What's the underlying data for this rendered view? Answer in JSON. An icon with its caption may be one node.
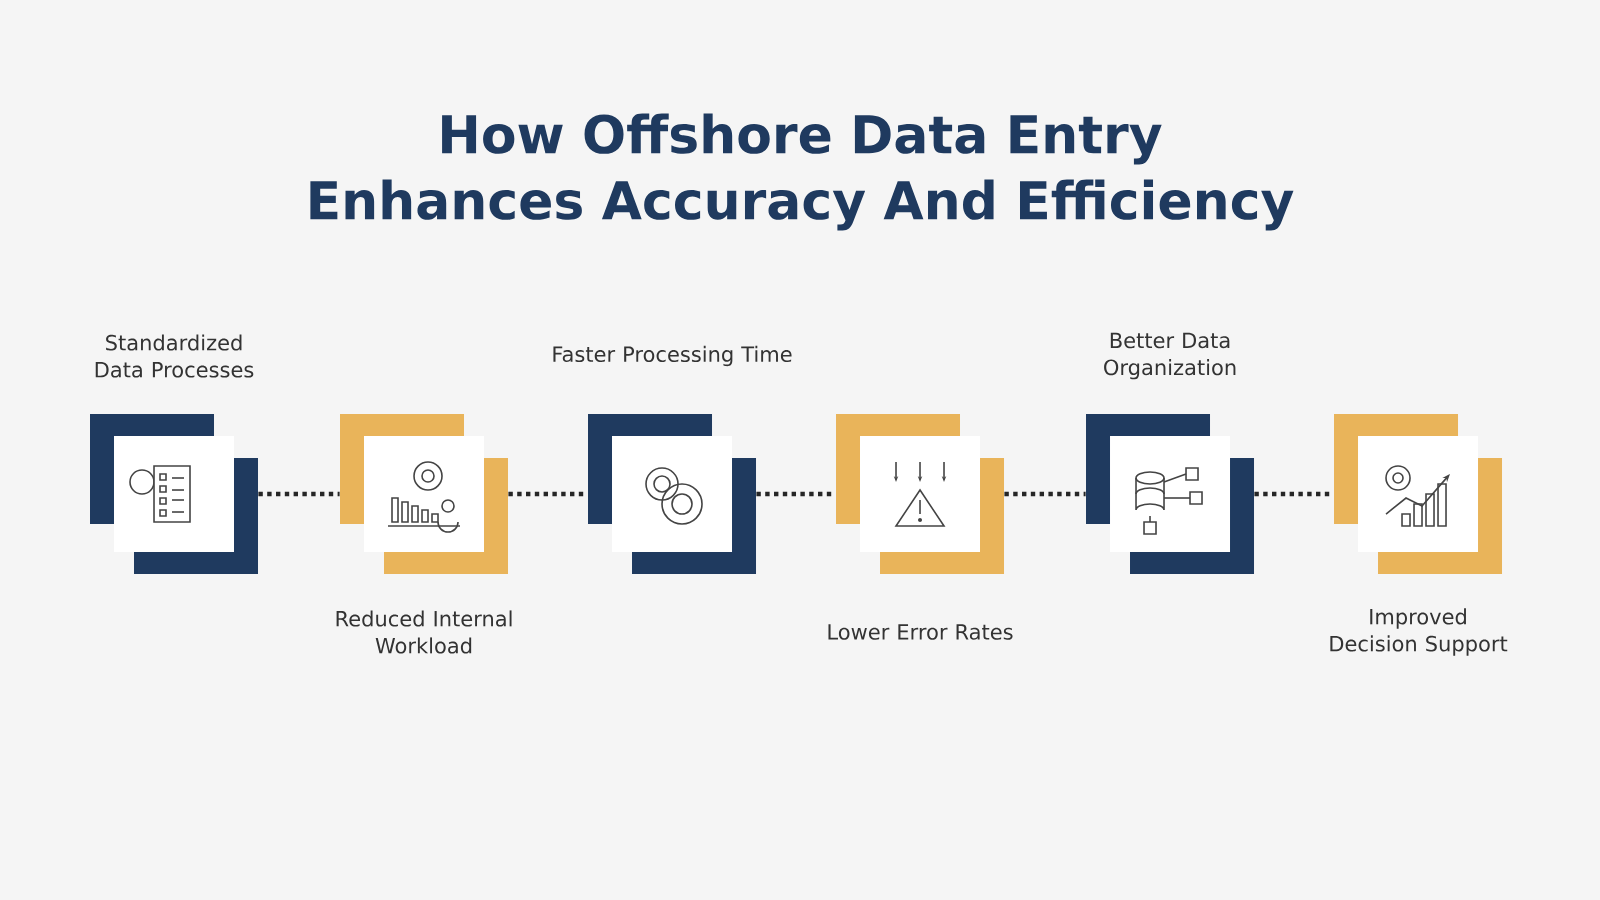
{
  "diagram": {
    "title": "How Offshore Data Entry Enhances Accuracy And Efficiency",
    "nodes": [
      {
        "text": [
          "Standardized Data Processes"
        ]
      },
      {
        "text": [
          "Reduced Internal Workload"
        ]
      },
      {
        "text": [
          "Faster Processing Time"
        ]
      },
      {
        "text": [
          "Lower Error Rates"
        ]
      },
      {
        "text": [
          "Better Data Organization"
        ]
      },
      {
        "text": [
          "Improved Decision Support"
        ]
      }
    ],
    "edges": [
      {
        "from": 0,
        "to": 1,
        "arrow": "none"
      },
      {
        "from": 1,
        "to": 2,
        "arrow": "none"
      },
      {
        "from": 2,
        "to": 3,
        "arrow": "none"
      },
      {
        "from": 3,
        "to": 4,
        "arrow": "none"
      },
      {
        "from": 4,
        "to": 5,
        "arrow": "none"
      }
    ]
  }
}
